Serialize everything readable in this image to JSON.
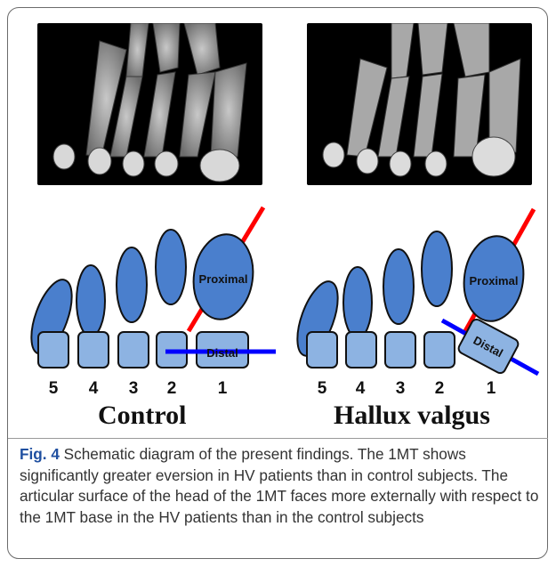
{
  "figure": {
    "panels": [
      {
        "title": "Control",
        "proximal_label": "Proximal",
        "distal_label": "Distal",
        "digit_numbers": [
          "5",
          "4",
          "3",
          "2",
          "1"
        ]
      },
      {
        "title": "Hallux valgus",
        "proximal_label": "Proximal",
        "distal_label": "Distal",
        "digit_numbers": [
          "5",
          "4",
          "3",
          "2",
          "1"
        ]
      }
    ],
    "colors": {
      "bone_fill": "#4a7fcd",
      "cube_fill": "#8db3e2",
      "axis_red": "#ff0000",
      "axis_blue": "#0000ff",
      "caption_label": "#1f4fa0"
    }
  },
  "caption": {
    "label": "Fig. 4",
    "text": " Schematic diagram of the present findings. The 1MT shows significantly greater eversion in HV patients than in control subjects. The articular surface of the head of the 1MT faces more externally with respect to the 1MT base in the HV patients than in the control subjects"
  }
}
